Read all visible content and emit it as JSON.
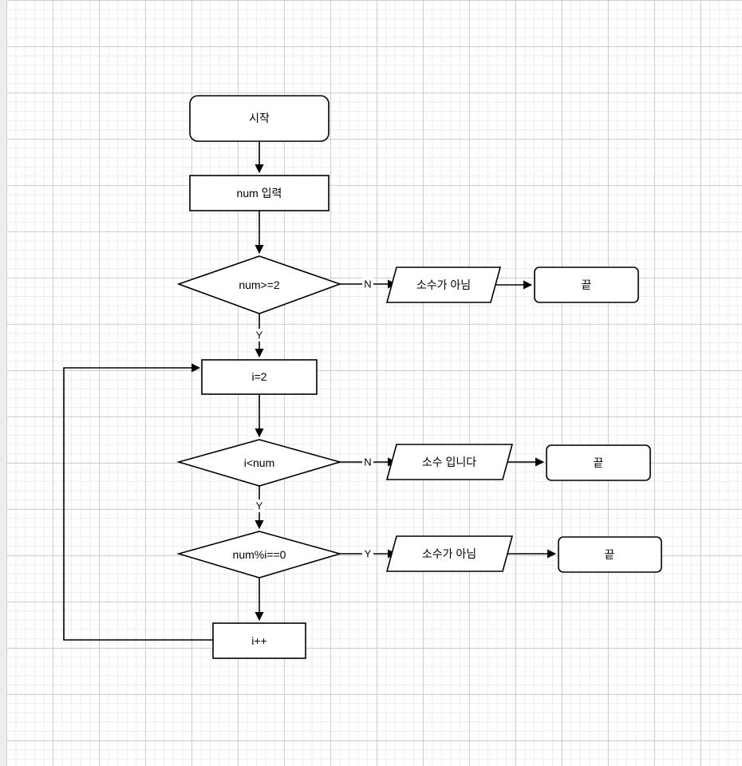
{
  "diagram": {
    "nodes": {
      "start": "시작",
      "input": "num 입력",
      "cond1": "num>=2",
      "out1": "소수가 아님",
      "end1": "끝",
      "init": "i=2",
      "cond2": "i<num",
      "out2": "소수 입니다",
      "end2": "끝",
      "cond3": "num%i==0",
      "out3": "소수가 아님",
      "end3": "끝",
      "incr": "i++"
    },
    "edge_labels": {
      "cond1_no": "N",
      "cond1_yes": "Y",
      "cond2_no": "N",
      "cond2_yes": "Y",
      "cond3_yes": "Y"
    }
  }
}
